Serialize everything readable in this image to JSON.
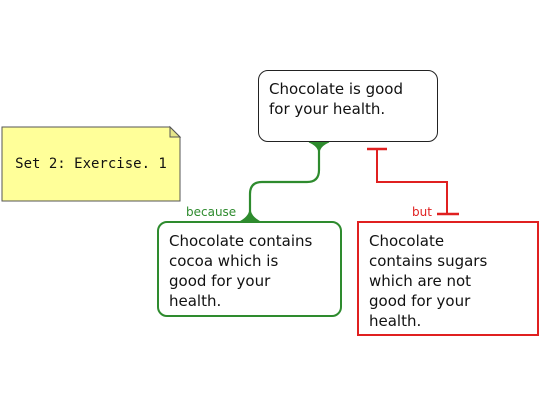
{
  "colors": {
    "support": "#2e8b2e",
    "objection": "#e02020",
    "note_fill": "#ffff99",
    "note_border": "#555555"
  },
  "note": {
    "text": "Set 2: Exercise. 1"
  },
  "claim": {
    "text": "Chocolate is good\nfor your health."
  },
  "reason": {
    "text": "Chocolate contains\ncocoa which is\ngood for your\nhealth.",
    "link_label": "because"
  },
  "objection": {
    "text": "Chocolate\ncontains sugars\nwhich are not\ngood for your\nhealth.",
    "link_label": "but"
  }
}
